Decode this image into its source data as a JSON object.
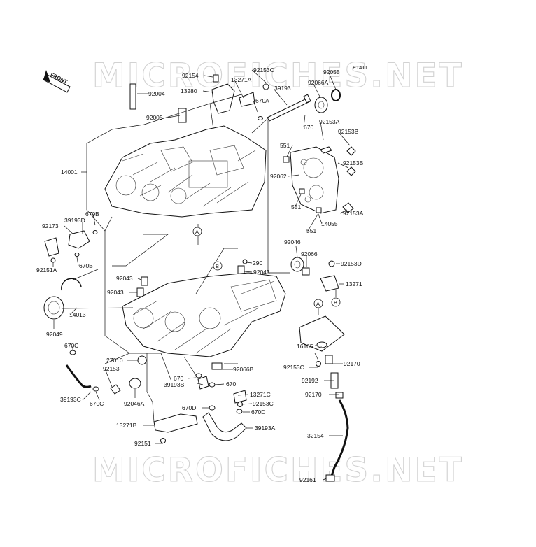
{
  "diagram": {
    "ref_code": "E1411",
    "watermark_text": "MICROFICHES.NET",
    "front_arrow_text": "FRONT",
    "callouts": [
      "A",
      "B"
    ],
    "part_numbers": [
      "92154",
      "92153C",
      "92055",
      "13271A",
      "92066A",
      "13280",
      "39193",
      "92004",
      "670A",
      "670",
      "92005",
      "92153A",
      "92153B",
      "551",
      "14001",
      "92153B",
      "92062",
      "551",
      "92153A",
      "670B",
      "92173",
      "39193D",
      "551",
      "14055",
      "92151A",
      "670B",
      "92046",
      "92066",
      "92153D",
      "290",
      "92043",
      "92043",
      "92043",
      "13271",
      "14013",
      "92049",
      "16165",
      "670C",
      "27010",
      "92066B",
      "92153",
      "92153C",
      "92170",
      "670",
      "39193B",
      "670",
      "92192",
      "92046A",
      "13271C",
      "92153C",
      "92170",
      "39193C",
      "670C",
      "670D",
      "670D",
      "13271B",
      "39193A",
      "32154",
      "92151",
      "92161"
    ]
  }
}
